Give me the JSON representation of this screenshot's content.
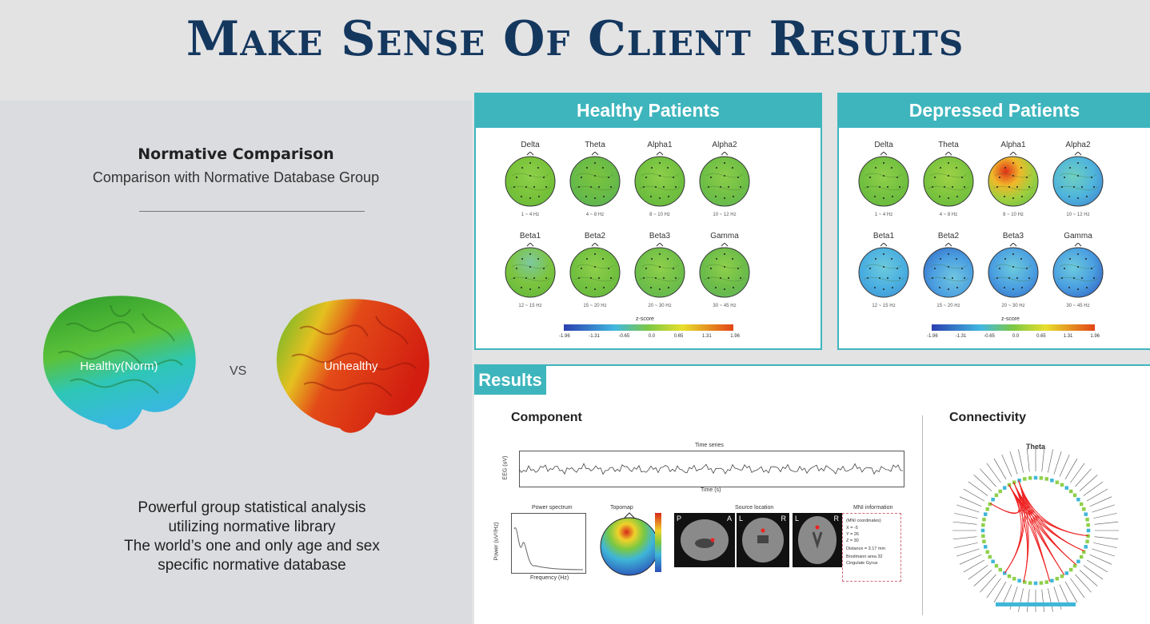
{
  "page": {
    "title": "Make Sense Of Client Results"
  },
  "left": {
    "heading": "Normative Comparison",
    "subheading": "Comparison with Normative Database Group",
    "healthy_label": "Healthy(Norm)",
    "vs": "VS",
    "unhealthy_label": "Unhealthy",
    "desc": [
      "Powerful group statistical analysis",
      "utilizing normative library",
      "The world’s one and only age and sex",
      "specific normative database"
    ]
  },
  "healthy": {
    "title": "Healthy Patients",
    "maps": [
      {
        "name": "Delta",
        "band": "1 ~ 4 Hz"
      },
      {
        "name": "Theta",
        "band": "4 ~ 8 Hz"
      },
      {
        "name": "Alpha1",
        "band": "8 ~ 10 Hz"
      },
      {
        "name": "Alpha2",
        "band": "10 ~ 12 Hz"
      },
      {
        "name": "Beta1",
        "band": "12 ~ 15 Hz"
      },
      {
        "name": "Beta2",
        "band": "15 ~ 20 Hz"
      },
      {
        "name": "Beta3",
        "band": "20 ~ 30 Hz"
      },
      {
        "name": "Gamma",
        "band": "30 ~ 45 Hz"
      }
    ],
    "scale_title": "z-score",
    "ticks": [
      "-1.96",
      "-1.31",
      "-0.65",
      "0.0",
      "0.65",
      "1.31",
      "1.96"
    ]
  },
  "depressed": {
    "title": "Depressed Patients",
    "maps": [
      {
        "name": "Delta",
        "band": "1 ~ 4 Hz"
      },
      {
        "name": "Theta",
        "band": "4 ~ 8 Hz"
      },
      {
        "name": "Alpha1",
        "band": "8 ~ 10 Hz"
      },
      {
        "name": "Alpha2",
        "band": "10 ~ 12 Hz"
      },
      {
        "name": "Beta1",
        "band": "12 ~ 15 Hz"
      },
      {
        "name": "Beta2",
        "band": "15 ~ 20 Hz"
      },
      {
        "name": "Beta3",
        "band": "20 ~ 30 Hz"
      },
      {
        "name": "Gamma",
        "band": "30 ~ 45 Hz"
      }
    ],
    "scale_title": "z-score",
    "ticks": [
      "-1.96",
      "-1.31",
      "-0.65",
      "0.0",
      "0.65",
      "1.31",
      "1.96"
    ]
  },
  "results": {
    "tab": "Results",
    "component": "Component",
    "connectivity": "Connectivity",
    "timeseries_title": "Time series",
    "timeseries_xlabel": "Time (s)",
    "timeseries_ylabel": "EEG (uV)",
    "power_title": "Power spectrum",
    "power_xlabel": "Frequency (Hz)",
    "power_ylabel": "Power (uV²/Hz)",
    "topomap_title": "Topomap",
    "source_title": "Source location",
    "mni_title": "MNI information",
    "mni_lines": [
      "(MNI coordinates)",
      "X = -5",
      "Y = 26",
      "Z = 30",
      "Distance = 3.17 mm",
      "Brodmann area 32",
      "Cingulate Gyrus"
    ],
    "theta_label": "Theta",
    "mri_labels": [
      "P",
      "A",
      "L",
      "R",
      "L",
      "R"
    ]
  },
  "colors": {
    "title": "#14375e",
    "teal": "#3eb5bd"
  }
}
